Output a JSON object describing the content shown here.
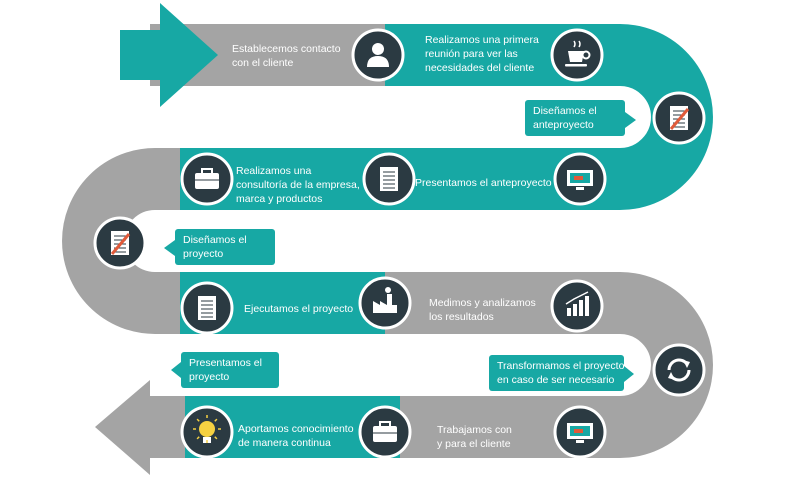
{
  "colors": {
    "teal": "#17a8a4",
    "gray": "#a4a4a4",
    "dark": "#2b3a42",
    "white": "#ffffff"
  },
  "steps": [
    {
      "lines": [
        "Establecemos contacto",
        "con el cliente"
      ],
      "icon": "person-icon"
    },
    {
      "lines": [
        "Realizamos una primera",
        "reunión para ver las",
        "necesidades del cliente"
      ],
      "icon": "coffee-cup-icon"
    },
    {
      "lines": [
        "Diseñamos el",
        "anteproyecto"
      ],
      "icon": "document-pencil-icon"
    },
    {
      "lines": [
        "Presentamos el anteproyecto"
      ],
      "icon": "document-icon"
    },
    {
      "lines": [
        "Realizamos una",
        "consultoría de la empresa,",
        "marca y productos"
      ],
      "icon": "briefcase-icon"
    },
    {
      "lines": [
        "Diseñamos el",
        "proyecto"
      ],
      "icon": "document-pencil-icon"
    },
    {
      "lines": [
        "Ejecutamos el proyecto"
      ],
      "icon": "document-icon"
    },
    {
      "lines": [
        "Medimos y analizamos",
        "los resultados"
      ],
      "icon": "factory-icon"
    },
    {
      "lines": [
        "Presentamos el",
        "proyecto"
      ],
      "icon": "bar-chart-icon"
    },
    {
      "lines": [
        "Transformamos el proyecto",
        "en caso de ser necesario"
      ],
      "icon": "refresh-icon"
    },
    {
      "lines": [
        "Trabajamos con",
        "y para el cliente"
      ],
      "icon": "briefcase-icon"
    },
    {
      "lines": [
        "Aportamos conocimiento",
        "de manera continua"
      ],
      "icon": "lightbulb-icon"
    }
  ],
  "extra_icons": [
    "monitor-icon",
    "monitor-icon"
  ]
}
